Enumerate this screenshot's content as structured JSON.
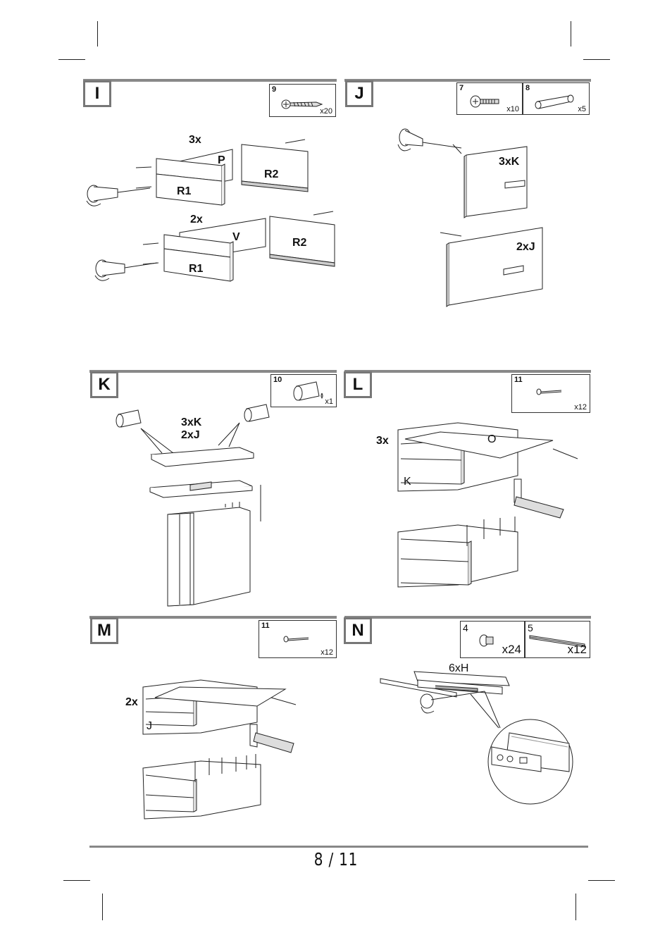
{
  "page": {
    "number": "8 / 11"
  },
  "steps": {
    "I": {
      "label": "I",
      "parts": [
        {
          "number": "9",
          "qty": "x20",
          "icon": "screw-icon"
        }
      ],
      "labels": {
        "count_top": "3x",
        "panel_p": "P",
        "panel_r2_top": "R2",
        "panel_r1_top": "R1",
        "count_bottom": "2x",
        "panel_v": "V",
        "panel_r2_bottom": "R2",
        "panel_r1_bottom": "R1"
      }
    },
    "J": {
      "label": "J",
      "parts": [
        {
          "number": "7",
          "qty": "x10",
          "icon": "handle-screw-icon"
        },
        {
          "number": "8",
          "qty": "x5",
          "icon": "handle-bar-icon"
        }
      ],
      "labels": {
        "panel_k": "3xK",
        "panel_j": "2xJ"
      }
    },
    "K": {
      "label": "K",
      "parts": [
        {
          "number": "10",
          "qty": "x1",
          "icon": "glue-bottle-icon"
        }
      ],
      "labels": {
        "k": "3xK",
        "j": "2xJ"
      }
    },
    "L": {
      "label": "L",
      "parts": [
        {
          "number": "11",
          "qty": "x12",
          "icon": "nail-icon"
        }
      ],
      "labels": {
        "count": "3x",
        "panel_o": "O",
        "panel_k": "K"
      }
    },
    "M": {
      "label": "M",
      "parts": [
        {
          "number": "11",
          "qty": "x12",
          "icon": "nail-icon"
        }
      ],
      "labels": {
        "count": "2x",
        "panel_j": "J"
      }
    },
    "N": {
      "label": "N",
      "parts": [
        {
          "number": "4",
          "qty": "x24",
          "icon": "cam-screw-icon"
        },
        {
          "number": "5",
          "qty": "x12",
          "icon": "drawer-rail-icon"
        }
      ],
      "labels": {
        "rails": "6xH"
      }
    }
  }
}
